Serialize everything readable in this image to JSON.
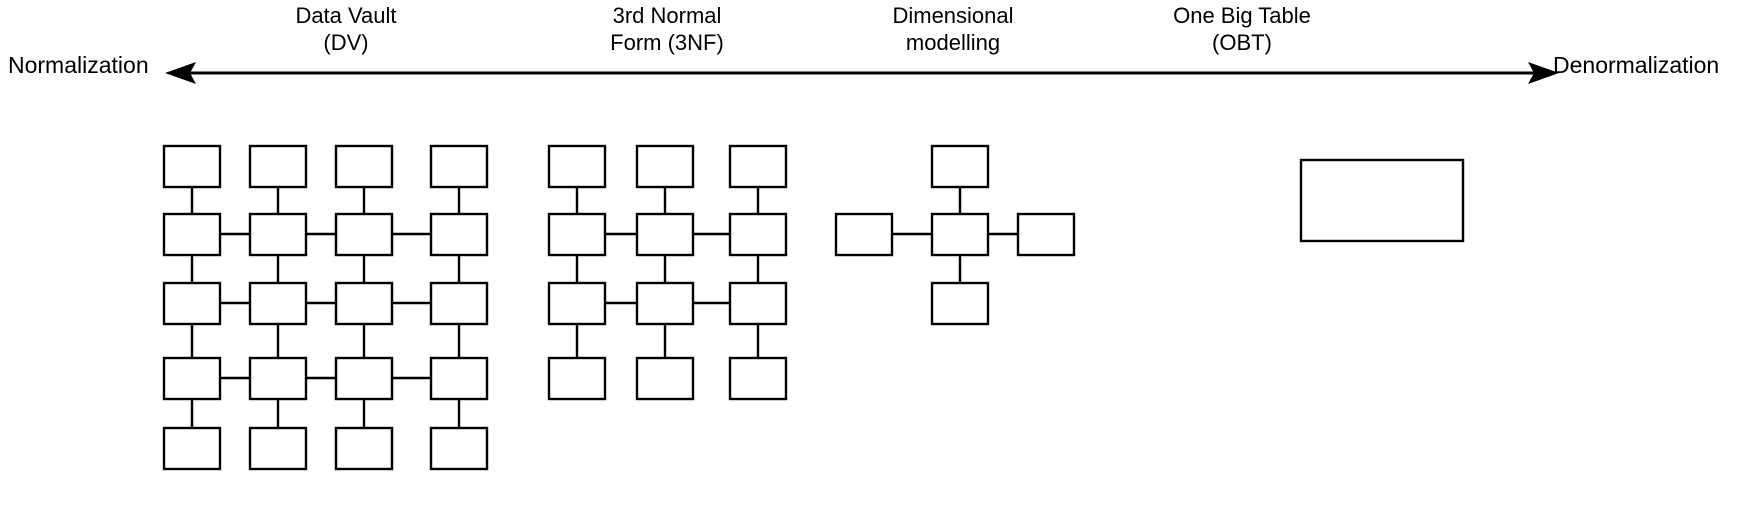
{
  "diagram": {
    "title_visible": false,
    "axis": {
      "left_label": "Normalization",
      "right_label": "Denormalization",
      "line_color": "#000000",
      "double_headed": true
    },
    "clusters": [
      {
        "id": "data-vault",
        "label_line_1": "Data Vault",
        "label_line_2": "(DV)",
        "shape": "grid",
        "columns": 4,
        "rows": 5,
        "box_count": 20
      },
      {
        "id": "third-normal-form",
        "label_line_1": "3rd Normal",
        "label_line_2": "Form (3NF)",
        "shape": "grid",
        "columns": 3,
        "rows": 4,
        "box_count": 12
      },
      {
        "id": "dimensional-modelling",
        "label_line_1": "Dimensional",
        "label_line_2": "modelling",
        "shape": "star",
        "columns": 3,
        "rows": 3,
        "box_count": 5
      },
      {
        "id": "one-big-table",
        "label_line_1": "One Big Table",
        "label_line_2": "(OBT)",
        "shape": "single",
        "columns": 1,
        "rows": 1,
        "box_count": 1
      }
    ]
  },
  "colors": {
    "background": "#ffffff",
    "stroke": "#000000",
    "box_fill": "#ffffff"
  }
}
